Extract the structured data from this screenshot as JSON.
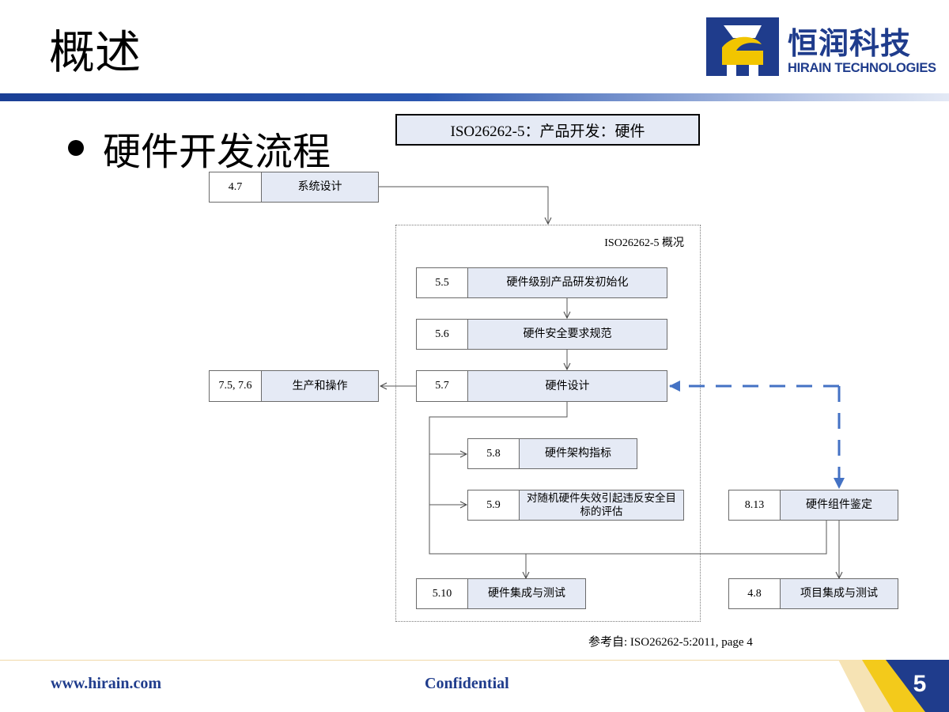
{
  "page": {
    "title": "概述",
    "bullet": "硬件开发流程",
    "page_number": "5"
  },
  "logo": {
    "name_cn": "恒润科技",
    "name_en": "HIRAIN TECHNOLOGIES",
    "colors": {
      "blue": "#1f3c8c",
      "yellow": "#f2c500"
    }
  },
  "diagram": {
    "header": "ISO26262-5：产品开发：硬件",
    "frame_label": "ISO26262-5 概况",
    "boxes": {
      "system_design": {
        "num": "4.7",
        "label": "系统设计"
      },
      "hw_init": {
        "num": "5.5",
        "label": "硬件级别产品研发初始化"
      },
      "hw_safety_req": {
        "num": "5.6",
        "label": "硬件安全要求规范"
      },
      "hw_design": {
        "num": "5.7",
        "label": "硬件设计"
      },
      "production": {
        "num": "7.5, 7.6",
        "label": "生产和操作"
      },
      "hw_arch_metrics": {
        "num": "5.8",
        "label": "硬件架构指标"
      },
      "random_failure": {
        "num": "5.9",
        "label": "对随机硬件失效引起违反安全目标的评估"
      },
      "hw_component_qual": {
        "num": "8.13",
        "label": "硬件组件鉴定"
      },
      "hw_integration": {
        "num": "5.10",
        "label": "硬件集成与测试"
      },
      "item_integration": {
        "num": "4.8",
        "label": "项目集成与测试"
      }
    },
    "reference": "参考自: ISO26262-5:2011, page 4",
    "colors": {
      "box_fill": "#e5eaf5",
      "dashed_arrow": "#4472c4"
    }
  },
  "footer": {
    "url": "www.hirain.com",
    "confidential": "Confidential",
    "accent": "#1f3c8c"
  }
}
